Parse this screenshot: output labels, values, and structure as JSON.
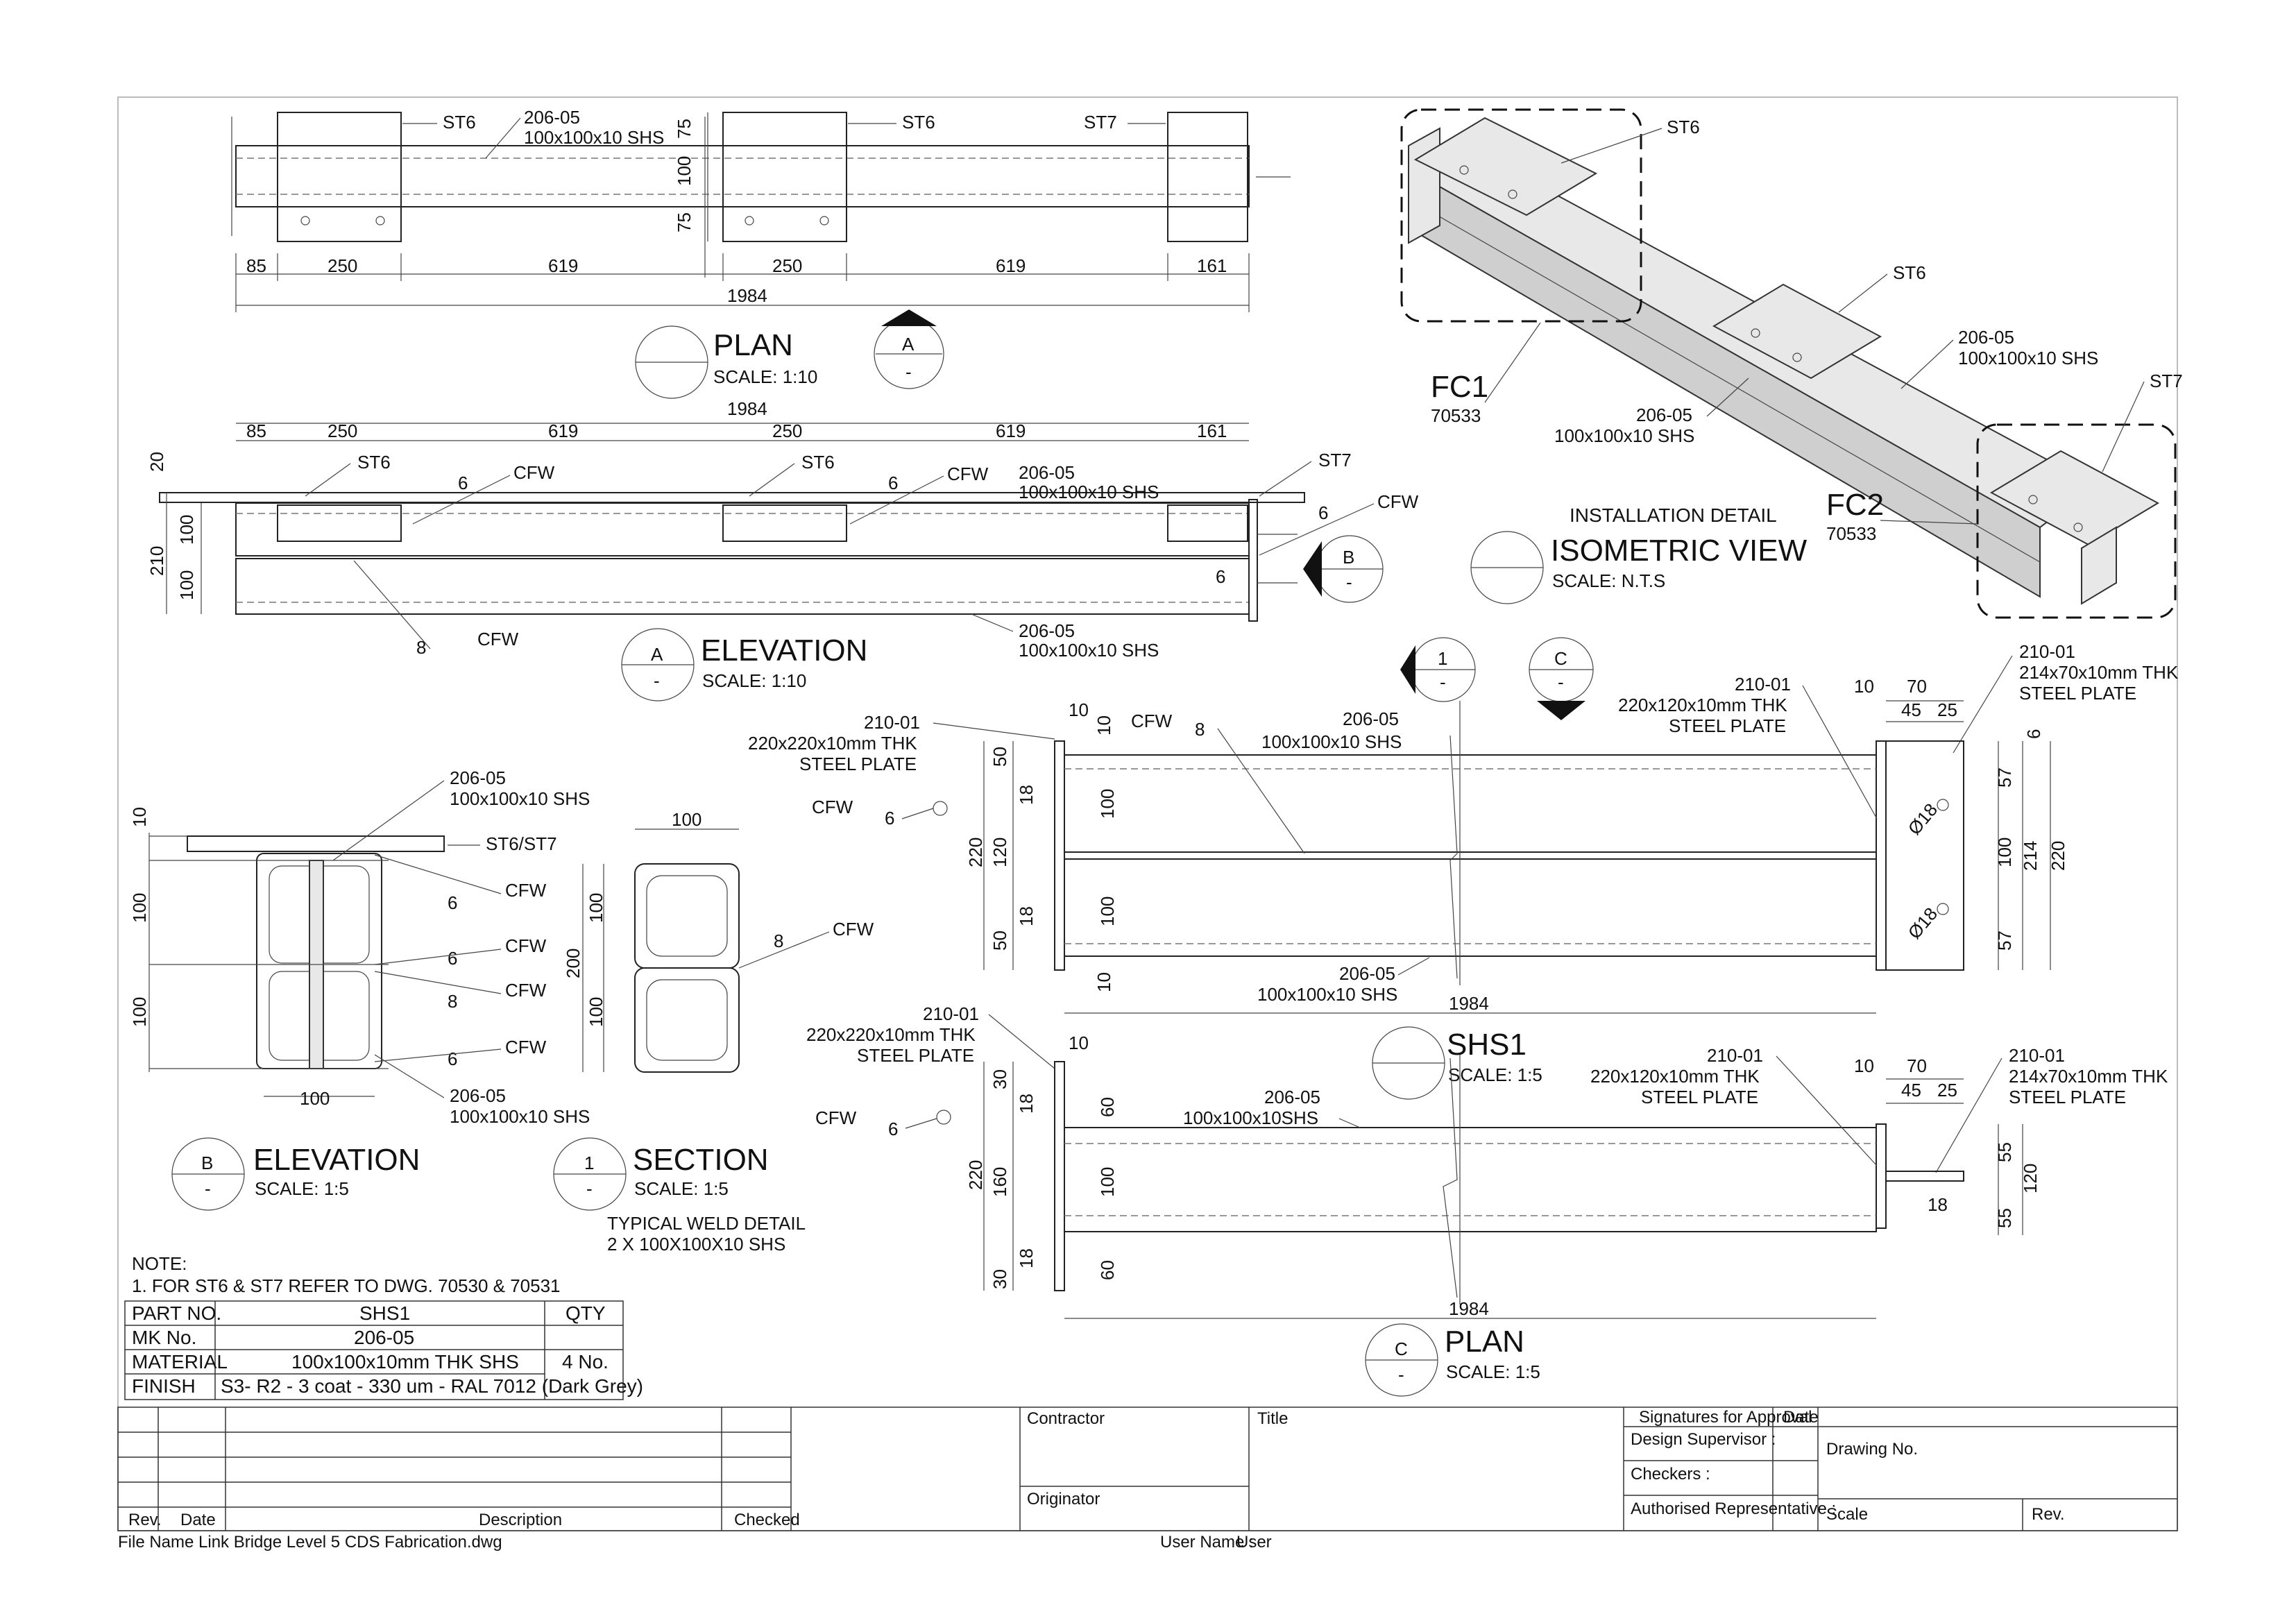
{
  "plan_top": {
    "labels": {
      "st6a": "ST6",
      "st6b": "ST6",
      "st7": "ST7",
      "mk": "206-05",
      "mk_desc": "100x100x10 SHS"
    },
    "dims": {
      "d75a": "75",
      "d100": "100",
      "d75b": "75",
      "d85": "85",
      "d250a": "250",
      "d619a": "619",
      "d250b": "250",
      "d619b": "619",
      "d161": "161",
      "d1984": "1984"
    },
    "title": "PLAN",
    "scale": "SCALE: 1:10",
    "marker": {
      "letter": "A",
      "sub": "-"
    }
  },
  "elevation_a": {
    "dims": {
      "d1984": "1984",
      "d85": "85",
      "d250a": "250",
      "d619a": "619",
      "d250b": "250",
      "d619b": "619",
      "d161": "161",
      "d20": "20",
      "d210": "210",
      "d100a": "100",
      "d100b": "100"
    },
    "labels": {
      "st6a": "ST6",
      "st6b": "ST6",
      "st7": "ST7",
      "w6a": "6",
      "cfw_a": "CFW",
      "w6b": "6",
      "cfw_b": "CFW",
      "mk1": "206-05",
      "mk1_desc": "100x100x10 SHS",
      "w6c": "6",
      "cfw_c": "CFW",
      "w6d": "6",
      "w8": "8",
      "cfw_d": "CFW",
      "mk2": "206-05",
      "mk2_desc": "100x100x10 SHS"
    },
    "marker_b": {
      "letter": "B",
      "sub": "-"
    },
    "title": "ELEVATION",
    "scale": "SCALE: 1:10",
    "tag": {
      "letter": "A",
      "sub": "-"
    }
  },
  "isometric": {
    "labels": {
      "st6a": "ST6",
      "st6b": "ST6",
      "st7": "ST7",
      "mk1": "206-05",
      "mk1_desc": "100x100x10 SHS",
      "mk2": "206-05",
      "mk2_desc": "100x100x10 SHS",
      "fc1": "FC1",
      "fc1_no": "70533",
      "fc2": "FC2",
      "fc2_no": "70533"
    },
    "caption": "INSTALLATION DETAIL",
    "title": "ISOMETRIC VIEW",
    "scale": "SCALE: N.T.S"
  },
  "elevation_b": {
    "labels": {
      "mk1": "206-05",
      "mk1_desc": "100x100x10 SHS",
      "st": "ST6/ST7",
      "w6a": "6",
      "cfw_a": "CFW",
      "w6b": "6",
      "cfw_b": "CFW",
      "w8": "8",
      "cfw_c": "CFW",
      "w6c": "6",
      "cfw_d": "CFW",
      "mk2": "206-05",
      "mk2_desc": "100x100x10 SHS"
    },
    "dims": {
      "d10": "10",
      "d100a": "100",
      "d100b": "100",
      "d100c": "100"
    },
    "title": "ELEVATION",
    "scale": "SCALE: 1:5",
    "tag": {
      "letter": "B",
      "sub": "-"
    }
  },
  "section_1": {
    "dims": {
      "d100top": "100",
      "d100a": "100",
      "d200": "200",
      "d100b": "100"
    },
    "labels": {
      "w8": "8",
      "cfw": "CFW"
    },
    "title": "SECTION",
    "scale": "SCALE: 1:5",
    "tag": {
      "letter": "1",
      "sub": "-"
    },
    "note1": "TYPICAL WELD DETAIL",
    "note2": "2 X 100X100X10 SHS"
  },
  "shs1": {
    "markers": {
      "m1": "1",
      "m1sub": "-",
      "mc": "C",
      "mcsub": "-"
    },
    "labels": {
      "pl_left": "210-01",
      "pl_left_desc1": "220x220x10mm THK",
      "pl_left_desc2": "STEEL PLATE",
      "cfw_top": "CFW",
      "w8": "8",
      "mk_top": "206-05",
      "mk_top_desc": "100x100x10 SHS",
      "cfw_left": "CFW",
      "w6": "6",
      "mk_bot": "206-05",
      "mk_bot_desc": "100x100x10 SHS",
      "pl_right": "210-01",
      "pl_right_desc1": "220x120x10mm THK",
      "pl_right_desc2": "STEEL PLATE",
      "pl_end": "210-01",
      "pl_end_desc1": "214x70x10mm THK",
      "pl_end_desc2": "STEEL PLATE",
      "hole1": "Ø18",
      "hole2": "Ø18"
    },
    "dims": {
      "d10a": "10",
      "d10b": "10",
      "d50a": "50",
      "d18a": "18",
      "d100a": "100",
      "d220": "220",
      "d120": "120",
      "d100b": "100",
      "d50b": "50",
      "d18b": "18",
      "d10c": "10",
      "d1984": "1984",
      "r10": "10",
      "r70": "70",
      "r45": "45",
      "r25": "25",
      "r57a": "57",
      "r100": "100",
      "r214": "214",
      "r220": "220",
      "r57b": "57",
      "r6": "6"
    },
    "title": "SHS1",
    "scale": "SCALE: 1:5"
  },
  "plan_c": {
    "labels": {
      "pl_left": "210-01",
      "pl_left_desc1": "220x220x10mm THK",
      "pl_left_desc2": "STEEL PLATE",
      "cfw": "CFW",
      "w6": "6",
      "mk": "206-05",
      "mk_desc": "100x100x10SHS",
      "pl_right": "210-01",
      "pl_right_desc1": "220x120x10mm THK",
      "pl_right_desc2": "STEEL PLATE",
      "pl_end": "210-01",
      "pl_end_desc1": "214x70x10mm THK",
      "pl_end_desc2": "STEEL PLATE"
    },
    "dims": {
      "d10": "10",
      "d30a": "30",
      "d18a": "18",
      "d60a": "60",
      "d220": "220",
      "d160": "160",
      "d100": "100",
      "d60b": "60",
      "d18b": "18",
      "d30b": "30",
      "d1984": "1984",
      "r10": "10",
      "r70": "70",
      "r45": "45",
      "r25": "25",
      "r55a": "55",
      "r120": "120",
      "r18": "18",
      "r55b": "55"
    },
    "title": "PLAN",
    "scale": "SCALE: 1:5",
    "tag": {
      "letter": "C",
      "sub": "-"
    }
  },
  "notes": {
    "heading": "NOTE:",
    "line1": "1. FOR ST6 & ST7 REFER TO DWG. 70530 & 70531"
  },
  "parts_table": {
    "rows": [
      {
        "label": "PART NO.",
        "value": "SHS1"
      },
      {
        "label": "MK No.",
        "value": "206-05"
      },
      {
        "label": "MATERIAL",
        "value": "100x100x10mm THK SHS"
      },
      {
        "label": "FINISH",
        "value": "S3- R2 - 3 coat - 330 um - RAL 7012 (Dark Grey)"
      }
    ],
    "qty_header": "QTY",
    "qty_value": "4 No."
  },
  "title_block": {
    "rev": "Rev.",
    "date": "Date",
    "description": "Description",
    "checked": "Checked",
    "contractor": "Contractor",
    "originator": "Originator",
    "title": "Title",
    "signatures": "Signatures for Approval",
    "sig_date": "Date",
    "design_supervisor": "Design Supervisor :",
    "checkers": "Checkers :",
    "authorised": "Authorised Representative :",
    "drawing_no": "Drawing No.",
    "scale": "Scale",
    "rev2": "Rev."
  },
  "footer": {
    "file_name": "File Name  Link Bridge Level 5 CDS Fabrication.dwg",
    "user_label": "User Name :",
    "user": "User"
  }
}
